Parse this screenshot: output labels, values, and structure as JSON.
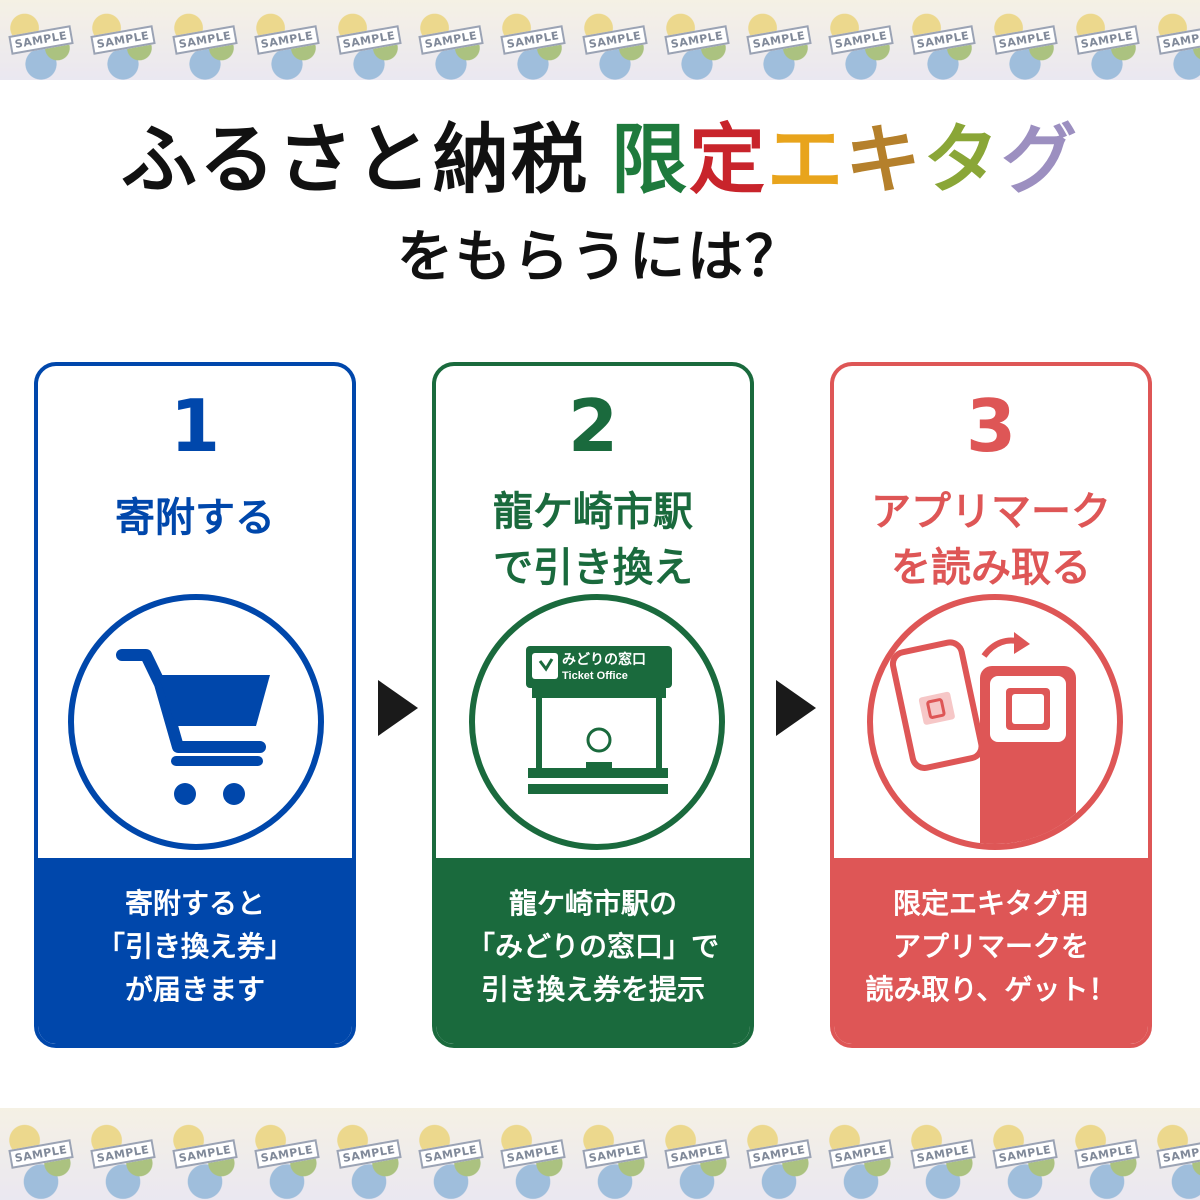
{
  "header": {
    "title_black": "ふるさと納税",
    "title_chars": [
      "限",
      "定",
      "エ",
      "キ",
      "タ",
      "グ"
    ],
    "title_colors": [
      "#1e7a3c",
      "#c8242b",
      "#e8a41c",
      "#b5802b",
      "#8aa637",
      "#9c8fc0"
    ],
    "subtitle": "をもらうには？"
  },
  "watermark": "SAMPLE",
  "steps": [
    {
      "number": "1",
      "heading": "寄附する",
      "color": "#0047ab",
      "icon": "shopping-cart-icon",
      "footer": "寄附すると\n「引き換え券」\nが届きます"
    },
    {
      "number": "2",
      "heading": "龍ケ崎市駅\nで引き換え",
      "color": "#1a6a3d",
      "icon": "ticket-office-icon",
      "sign_ja": "みどりの窓口",
      "sign_en": "Ticket Office",
      "footer": "龍ケ崎市駅の\n「みどりの窓口」で\n引き換え券を提示"
    },
    {
      "number": "3",
      "heading": "アプリマーク\nを読み取る",
      "color": "#de5656",
      "icon": "smartphone-scan-icon",
      "footer": "限定エキタグ用\nアプリマークを\n読み取り、ゲット！"
    }
  ]
}
